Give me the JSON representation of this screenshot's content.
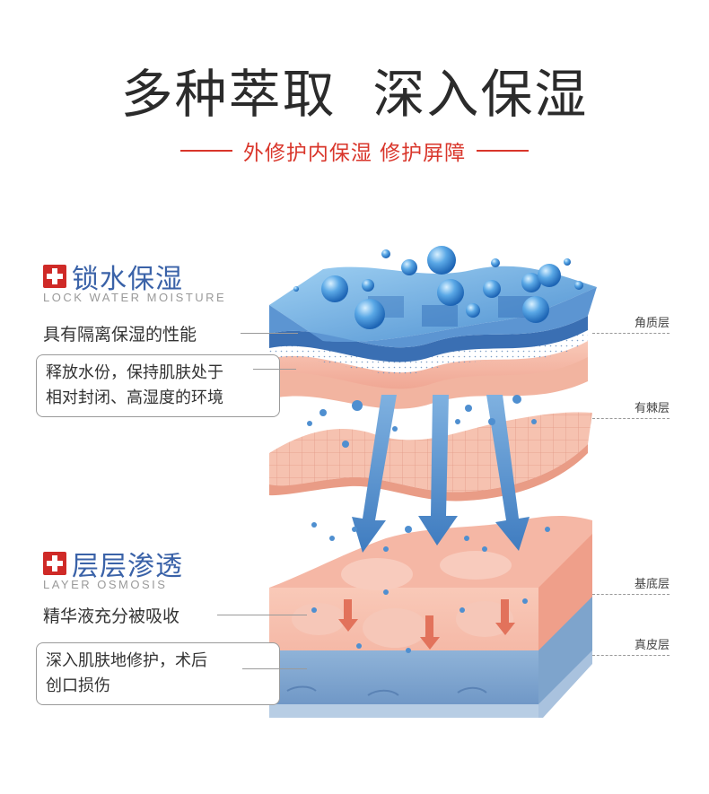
{
  "header": {
    "title": "多种萃取  深入保湿",
    "subtitle": "外修护内保湿 修护屏障"
  },
  "section_lock": {
    "title": "锁水保湿",
    "subtitle_en": "LOCK WATER MOISTURE",
    "point1": "具有隔离保湿的性能",
    "point2_line1": "释放水份，保持肌肤处于",
    "point2_line2": "相对封闭、高湿度的环境"
  },
  "section_osmosis": {
    "title": "层层渗透",
    "subtitle_en": "LAYER OSMOSIS",
    "point1": "精华液充分被吸收",
    "point2_line1": "深入肌肤地修护，术后",
    "point2_line2": "创口损伤"
  },
  "layers": {
    "stratum_corneum": "角质层",
    "spinous": "有棘层",
    "basal": "基底层",
    "dermis": "真皮层"
  },
  "colors": {
    "accent_red": "#d9362b",
    "title_blue": "#3a62a8",
    "water_blue": "#4f8fd0",
    "skin_pink": "#f3b7a6"
  }
}
